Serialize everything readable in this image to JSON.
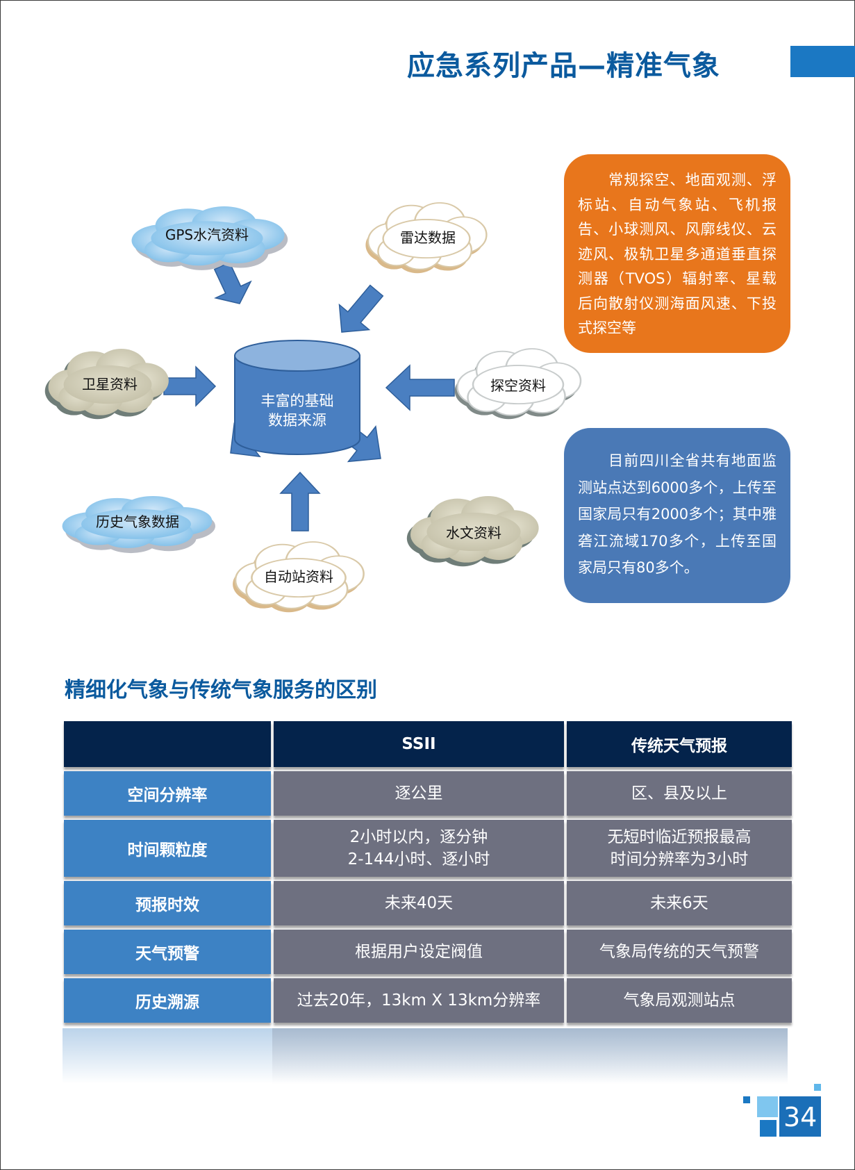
{
  "header": {
    "title": "应急系列产品—精准气象"
  },
  "diagram": {
    "center_line1": "丰富的基础",
    "center_line2": "数据来源",
    "sources": {
      "gps": "GPS水汽资料",
      "radar": "雷达数据",
      "satellite": "卫星资料",
      "sounding": "探空资料",
      "history": "历史气象数据",
      "auto_station": "自动站资料",
      "hydro": "水文资料"
    }
  },
  "info_orange": "　　常规探空、地面观测、浮标站、自动气象站、飞机报告、小球测风、风廓线仪、云迹风、极轨卫星多通道垂直探测器（TVOS）辐射率、星载后向散射仪测海面风速、下投式探空等",
  "info_blue": "　　目前四川全省共有地面监测站点达到6000多个，上传至国家局只有2000多个；其中雅砻江流域170多个，上传至国家局只有80多个。",
  "section_title": "精细化气象与传统气象服务的区别",
  "table": {
    "headers": [
      "",
      "SSII",
      "传统天气预报"
    ],
    "rows": [
      {
        "label": "空间分辨率",
        "ssii": "逐公里",
        "traditional": "区、县及以上"
      },
      {
        "label": "时间颗粒度",
        "ssii": "2小时以内，逐分钟\n2-144小时、逐小时",
        "traditional": "无短时临近预报最高\n时间分辨率为3小时"
      },
      {
        "label": "预报时效",
        "ssii": "未来40天",
        "traditional": "未来6天"
      },
      {
        "label": "天气预警",
        "ssii": "根据用户设定阀值",
        "traditional": "气象局传统的天气预警"
      },
      {
        "label": "历史溯源",
        "ssii": "过去20年，13km X 13km分辨率",
        "traditional": "气象局观测站点"
      }
    ]
  },
  "page_number": "34",
  "colors": {
    "brand_blue": "#0b5a9e",
    "accent_blue": "#1b78c3",
    "orange": "#e8761c",
    "info_blue": "#4a79b6",
    "table_header": "#04234b",
    "row_header": "#3d82c4",
    "cell": "#6e7080"
  }
}
